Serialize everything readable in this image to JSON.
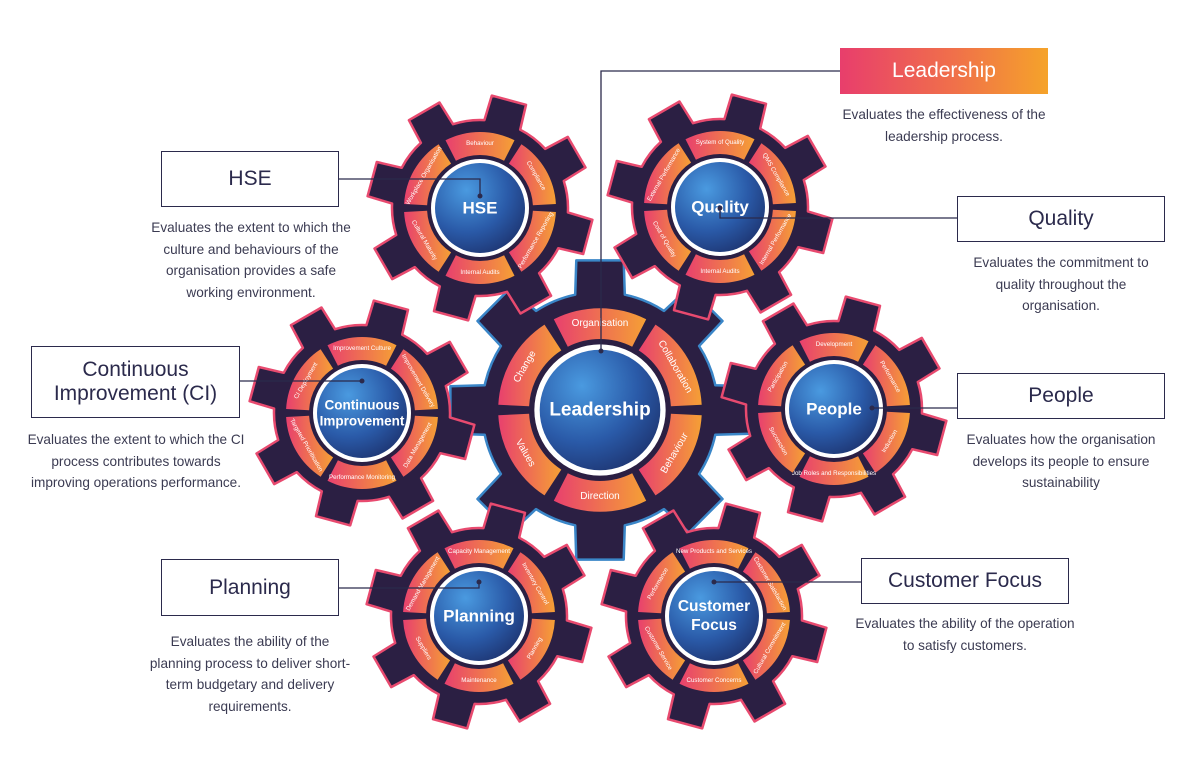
{
  "colors": {
    "gear_dark": "#2b1f43",
    "gear_edge_pink": "#e84a6f",
    "gear_edge_blue": "#3a86c8",
    "segment_from": "#e8406e",
    "segment_to": "#f5a035",
    "hub_light": "#3e8ad0",
    "hub_dark": "#1b2d66",
    "line": "#2b2a4c"
  },
  "gears": [
    {
      "id": "leadership",
      "title": [
        "Leadership"
      ],
      "segments": [
        "Organisation",
        "Collaboration",
        "Behaviour",
        "Direction",
        "Values",
        "Change"
      ]
    },
    {
      "id": "hse",
      "title": [
        "HSE"
      ],
      "segments": [
        "Behaviour",
        "Compliance",
        "Performance Reporting",
        "Internal Audits",
        "Cultural Maturity",
        "Workplace Organisation"
      ]
    },
    {
      "id": "quality",
      "title": [
        "Quality"
      ],
      "segments": [
        "System of Quality",
        "QMS Compliance",
        "Internal Performance",
        "Internal Audits",
        "Cost of Quality",
        "External Performance"
      ]
    },
    {
      "id": "ci",
      "title": [
        "Continuous",
        "Improvement"
      ],
      "segments": [
        "Improvement Culture",
        "Improvement Delivery",
        "Data Management",
        "Performance Monitoring",
        "Targeted Prioritisation",
        "CI Deployment"
      ]
    },
    {
      "id": "people",
      "title": [
        "People"
      ],
      "segments": [
        "Development",
        "Performance",
        "Induction",
        "Job Roles and Responsibilities",
        "Succession",
        "Participation"
      ]
    },
    {
      "id": "planning",
      "title": [
        "Planning"
      ],
      "segments": [
        "Capacity Management",
        "Inventory Control",
        "Planning",
        "Maintenance",
        "Suppliers",
        "Demand Management"
      ]
    },
    {
      "id": "customer",
      "title": [
        "Customer",
        "Focus"
      ],
      "segments": [
        "New Products and Services",
        "Customer Satisfaction",
        "Cultural Commitment",
        "Customer Concerns",
        "Customer Service",
        "Performance"
      ]
    }
  ],
  "callouts": {
    "leadership": {
      "label": "Leadership",
      "description": "Evaluates the effectiveness of the leadership process."
    },
    "hse": {
      "label": "HSE",
      "description": "Evaluates the extent to which the culture and behaviours of the organisation provides a safe working environment."
    },
    "quality": {
      "label": "Quality",
      "description": "Evaluates the commitment to quality throughout the organisation."
    },
    "ci": {
      "label": "Continuous Improvement (CI)",
      "description": "Evaluates the extent to which the CI process contributes towards improving operations performance."
    },
    "people": {
      "label": "People",
      "description": "Evaluates how the organisation develops its people to ensure sustainability"
    },
    "planning": {
      "label": "Planning",
      "description": "Evaluates the ability of the planning process to deliver short-term budgetary and delivery requirements."
    },
    "customer": {
      "label": "Customer Focus",
      "description": "Evaluates the ability of the operation to satisfy customers."
    }
  }
}
